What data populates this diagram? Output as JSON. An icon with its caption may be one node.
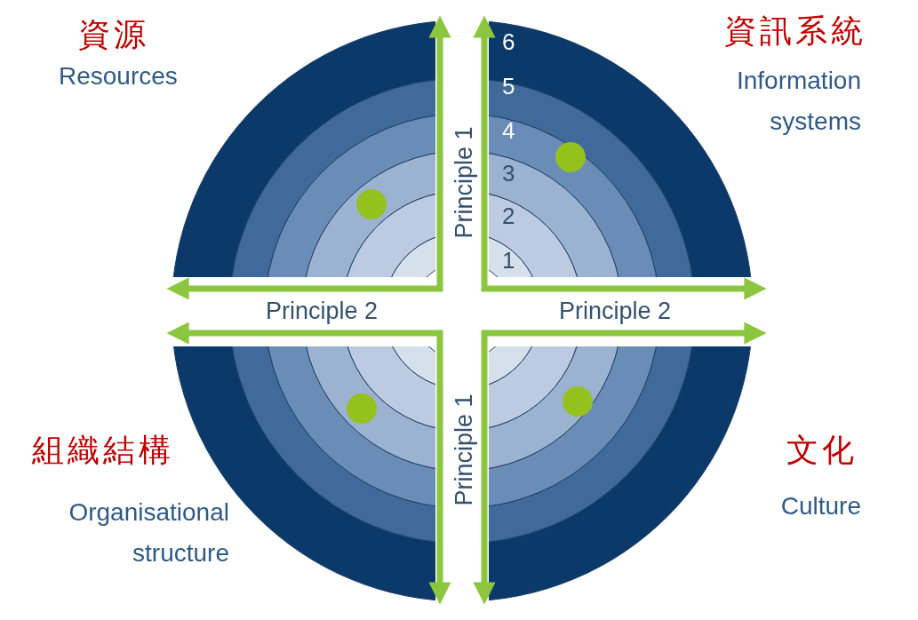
{
  "diagram": {
    "labels": [
      "資源",
      "Resources",
      "資訊系統",
      "Information systems",
      "6",
      "5",
      "4",
      "3",
      "2",
      "1",
      "Principle 1",
      "Principle 2",
      "Principle 2",
      "Principle 1",
      "組織結構",
      "Organisational structure",
      "文化",
      "Culture"
    ]
  }
}
